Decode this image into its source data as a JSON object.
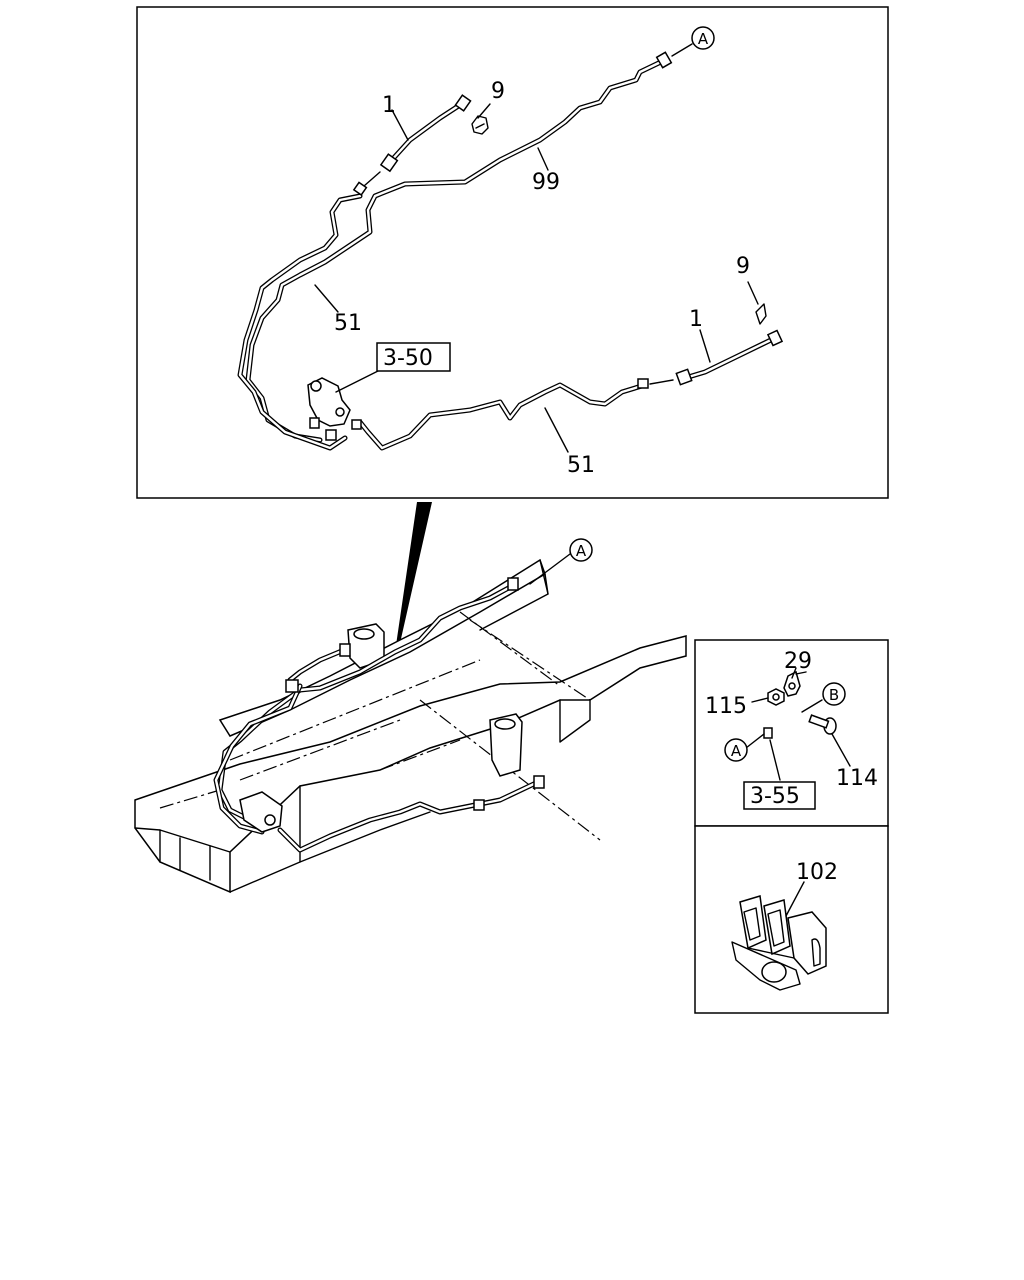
{
  "top_panel": {
    "labels": {
      "ref_a": "A",
      "part_1_upper": "1",
      "part_9_upper": "9",
      "part_99": "99",
      "part_51_upper": "51",
      "ref_3_50": "3-50",
      "part_9_lower": "9",
      "part_1_lower": "1",
      "part_51_lower": "51"
    }
  },
  "chassis": {
    "labels": {
      "ref_a": "A"
    }
  },
  "clip_panel": {
    "labels": {
      "part_29": "29",
      "part_115": "115",
      "ref_b": "B",
      "ref_a": "A",
      "part_114": "114",
      "ref_3_55": "3-55"
    }
  },
  "clamp_panel": {
    "labels": {
      "part_102": "102"
    }
  }
}
